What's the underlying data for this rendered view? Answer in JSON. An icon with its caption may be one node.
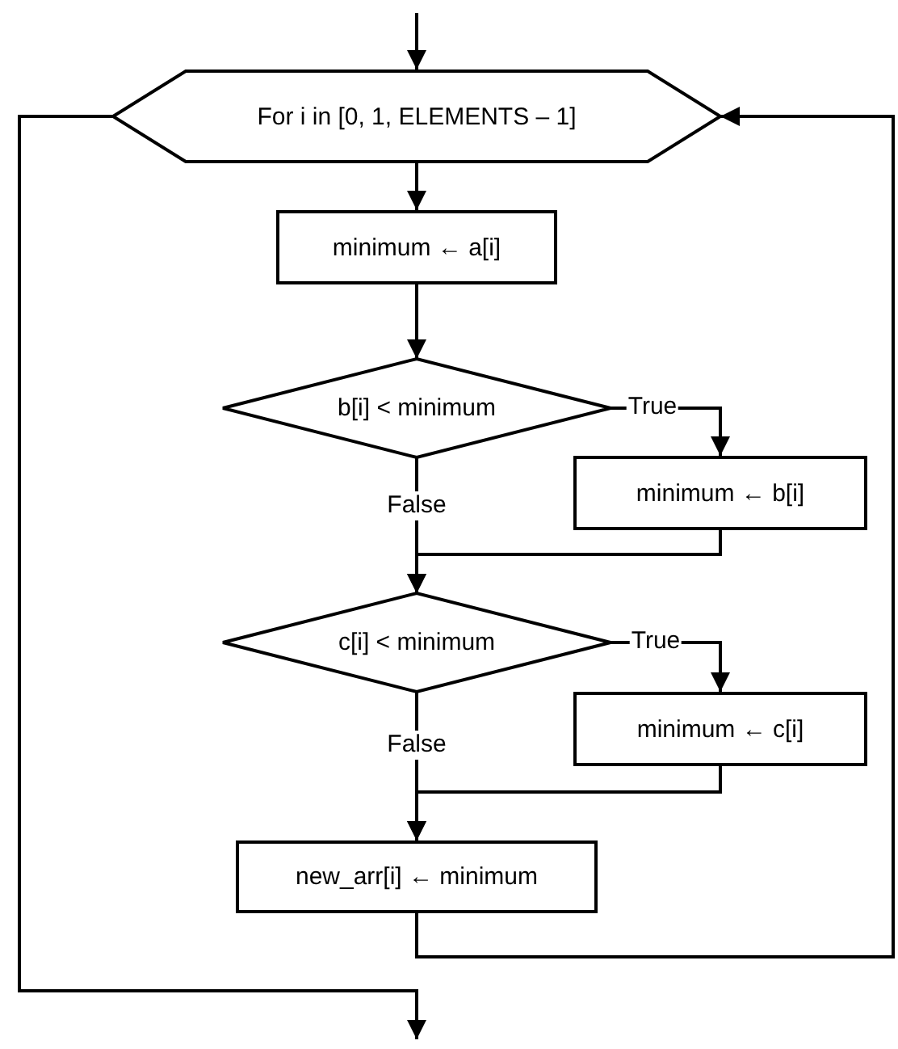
{
  "diagram": {
    "nodes": [
      {
        "text": [
          "For i in [0, 1, ELEMENTS – 1]"
        ]
      },
      {
        "text": [
          "minimum ← a[i]"
        ]
      },
      {
        "text": [
          "b[i] < minimum"
        ]
      },
      {
        "text": [
          "minimum ← b[i]"
        ]
      },
      {
        "text": [
          "c[i] < minimum"
        ]
      },
      {
        "text": [
          "minimum ← c[i]"
        ]
      },
      {
        "text": [
          "new_arr[i] ← minimum"
        ]
      }
    ],
    "edges": [
      {
        "from": null,
        "to": 0,
        "arrow": "to"
      },
      {
        "from": 0,
        "to": 1,
        "arrow": "to"
      },
      {
        "from": 1,
        "to": 2,
        "arrow": "to"
      },
      {
        "from": 2,
        "to": 3,
        "arrow": "to",
        "label": "True"
      },
      {
        "from": 2,
        "to": 4,
        "arrow": "to",
        "label": "False"
      },
      {
        "from": 3,
        "to": 4,
        "arrow": "to"
      },
      {
        "from": 4,
        "to": 5,
        "arrow": "to",
        "label": "True"
      },
      {
        "from": 4,
        "to": 6,
        "arrow": "to",
        "label": "False"
      },
      {
        "from": 5,
        "to": 6,
        "arrow": "to"
      },
      {
        "from": 6,
        "to": 0,
        "arrow": "to"
      },
      {
        "from": 0,
        "to": null,
        "arrow": "to"
      }
    ]
  }
}
